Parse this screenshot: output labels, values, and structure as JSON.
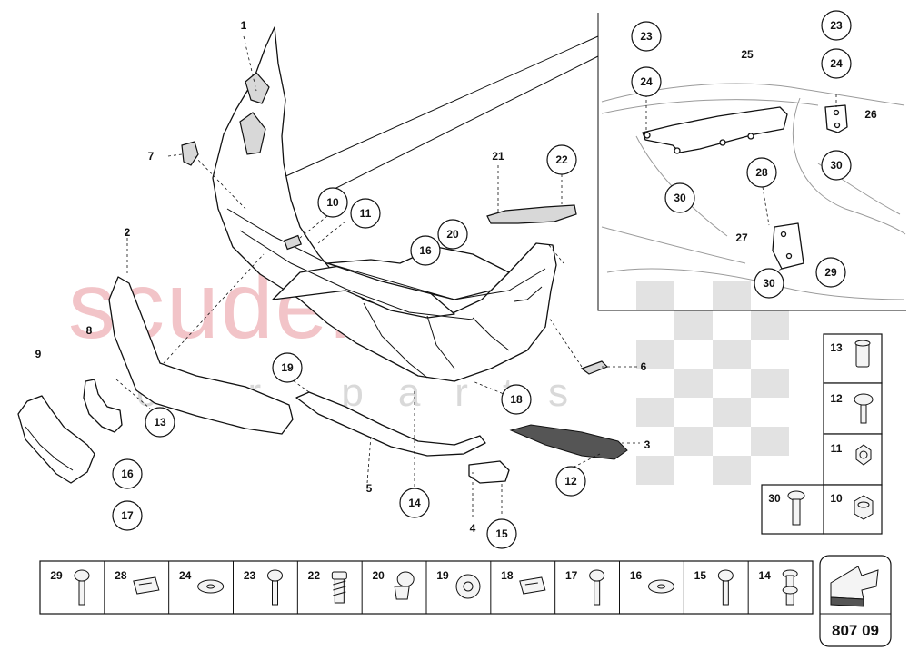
{
  "watermark": {
    "brand": "scuderia",
    "sub": "car parts"
  },
  "callouts": [
    {
      "id": "c-1",
      "text": "1"
    },
    {
      "id": "c-2",
      "text": "2"
    },
    {
      "id": "c-3",
      "text": "3"
    },
    {
      "id": "c-4",
      "text": "4"
    },
    {
      "id": "c-5",
      "text": "5"
    },
    {
      "id": "c-6",
      "text": "6"
    },
    {
      "id": "c-7",
      "text": "7"
    },
    {
      "id": "c-8",
      "text": "8"
    },
    {
      "id": "c-9",
      "text": "9"
    },
    {
      "id": "c-10",
      "text": "10"
    },
    {
      "id": "c-11",
      "text": "11"
    },
    {
      "id": "c-12",
      "text": "12"
    },
    {
      "id": "c-13",
      "text": "13"
    },
    {
      "id": "c-14",
      "text": "14"
    },
    {
      "id": "c-15",
      "text": "15"
    },
    {
      "id": "c-16a",
      "text": "16"
    },
    {
      "id": "c-16b",
      "text": "16"
    },
    {
      "id": "c-17",
      "text": "17"
    },
    {
      "id": "c-18",
      "text": "18"
    },
    {
      "id": "c-19",
      "text": "19"
    },
    {
      "id": "c-20",
      "text": "20"
    },
    {
      "id": "c-21",
      "text": "21"
    },
    {
      "id": "c-22",
      "text": "22"
    },
    {
      "id": "c-23a",
      "text": "23"
    },
    {
      "id": "c-23b",
      "text": "23"
    },
    {
      "id": "c-24a",
      "text": "24"
    },
    {
      "id": "c-24b",
      "text": "24"
    },
    {
      "id": "c-25",
      "text": "25"
    },
    {
      "id": "c-26",
      "text": "26"
    },
    {
      "id": "c-27",
      "text": "27"
    },
    {
      "id": "c-28",
      "text": "28"
    },
    {
      "id": "c-29",
      "text": "29"
    },
    {
      "id": "c-30a",
      "text": "30"
    },
    {
      "id": "c-30b",
      "text": "30"
    },
    {
      "id": "c-30c",
      "text": "30"
    }
  ],
  "hardware_right": [
    "13",
    "12",
    "11",
    "10",
    "30"
  ],
  "hardware_bottom": [
    "29",
    "28",
    "24",
    "23",
    "22",
    "20",
    "19",
    "18",
    "17",
    "16",
    "15",
    "14"
  ],
  "diagram_code": "807 09"
}
